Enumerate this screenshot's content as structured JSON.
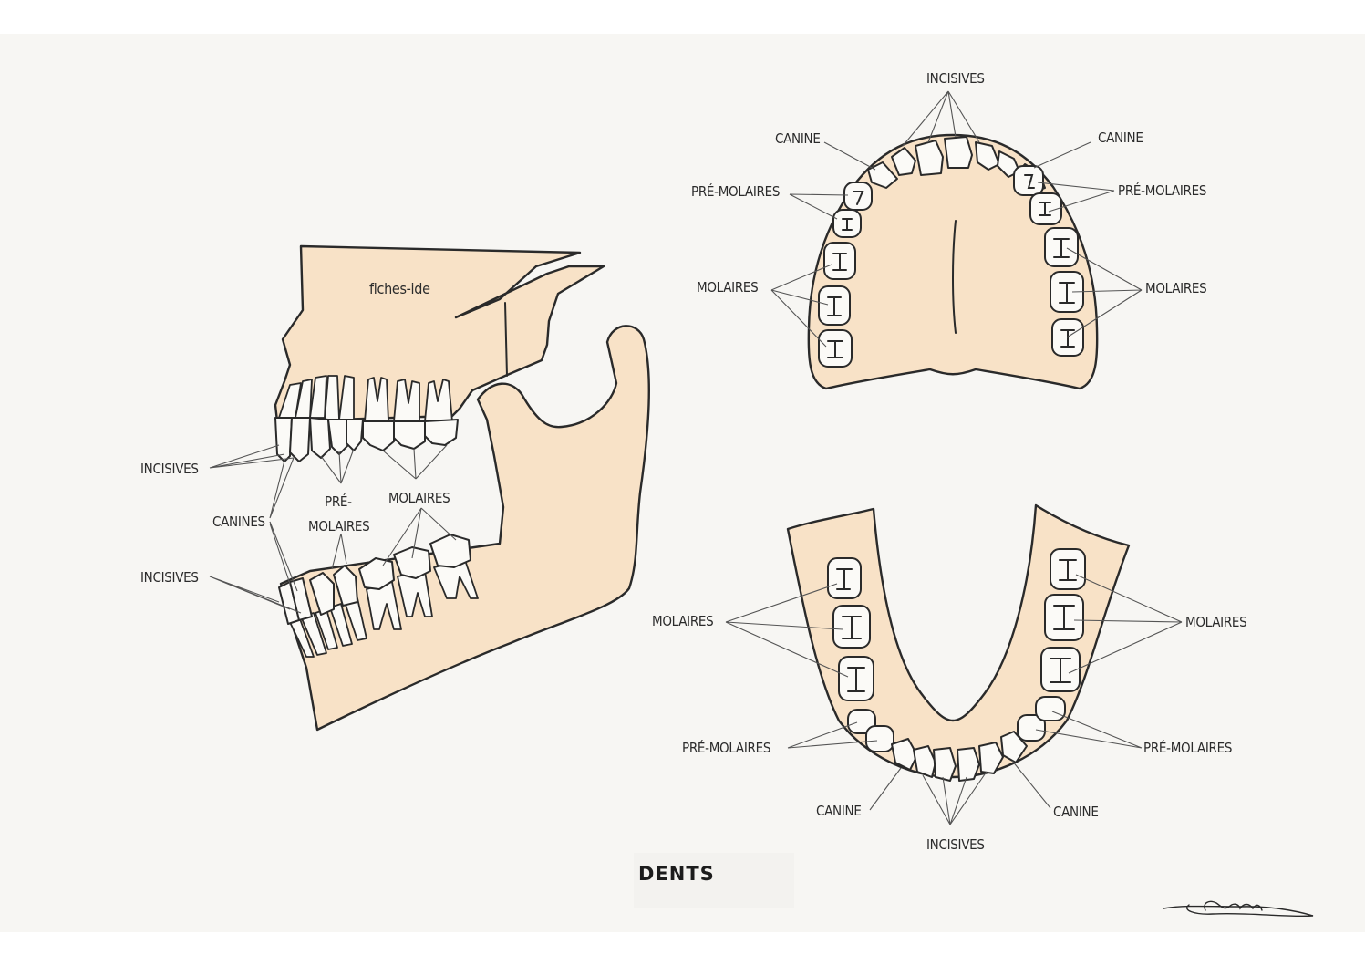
{
  "title": "DENTS",
  "watermark": "fiches-ide",
  "signature": "Léana",
  "side_view": {
    "upper_incisives": "INCISIVES",
    "canines": "CANINES",
    "pre_line1": "PRÉ-",
    "pre_line2": "MOLAIRES",
    "molaires": "MOLAIRES",
    "lower_incisives": "INCISIVES"
  },
  "upper_arch": {
    "incisives": "INCISIVES",
    "canine_left": "CANINE",
    "canine_right": "CANINE",
    "premolaires_left": "PRÉ-MOLAIRES",
    "premolaires_right": "PRÉ-MOLAIRES",
    "molaires_left": "MOLAIRES",
    "molaires_right": "MOLAIRES"
  },
  "lower_arch": {
    "molaires_left": "MOLAIRES",
    "molaires_right": "MOLAIRES",
    "premolaires_left": "PRÉ-MOLAIRES",
    "premolaires_right": "PRÉ-MOLAIRES",
    "canine_left": "CANINE",
    "canine_right": "CANINE",
    "incisives": "INCISIVES"
  },
  "colors": {
    "bone": "#f8e2c7",
    "background": "#f7f6f3",
    "outline": "#2a2a2a"
  }
}
